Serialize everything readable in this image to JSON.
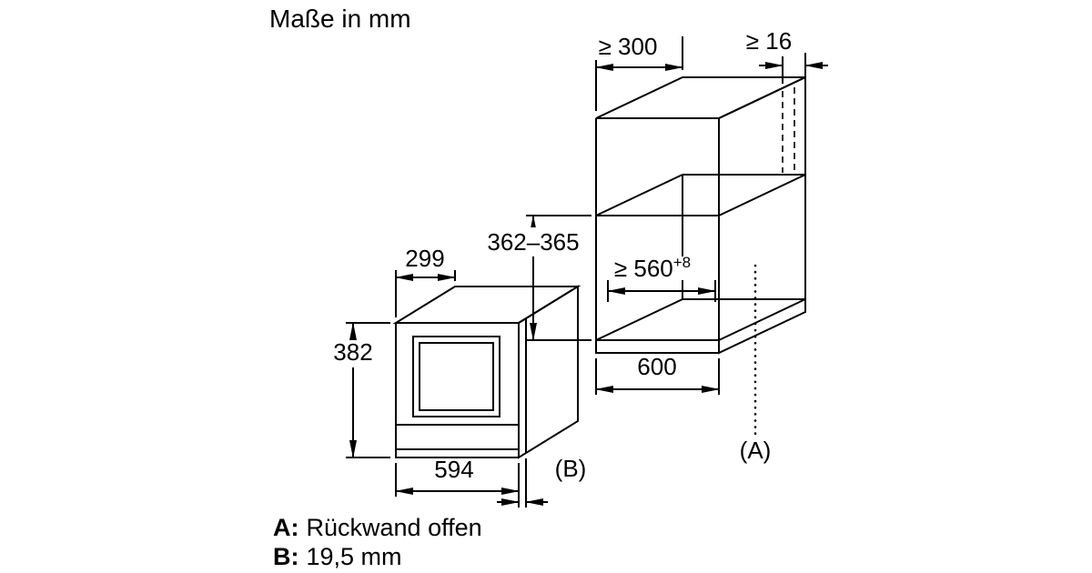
{
  "page": {
    "title": "Maße in mm",
    "background_color": "#ffffff",
    "line_color": "#000000"
  },
  "cabinet": {
    "dims": {
      "depth_min": "≥ 300",
      "rear_gap_min": "≥ 16",
      "niche_height": "362–365",
      "niche_width_min": "≥ 560",
      "niche_width_tolerance": "+8",
      "width": "600"
    },
    "back_label": "(A)"
  },
  "appliance": {
    "dims": {
      "depth": "299",
      "height": "382",
      "width": "594"
    },
    "door_label": "(B)"
  },
  "legend": {
    "items": [
      {
        "key": "A:",
        "text": "Rückwand offen"
      },
      {
        "key": "B:",
        "text": "19,5 mm"
      }
    ]
  }
}
